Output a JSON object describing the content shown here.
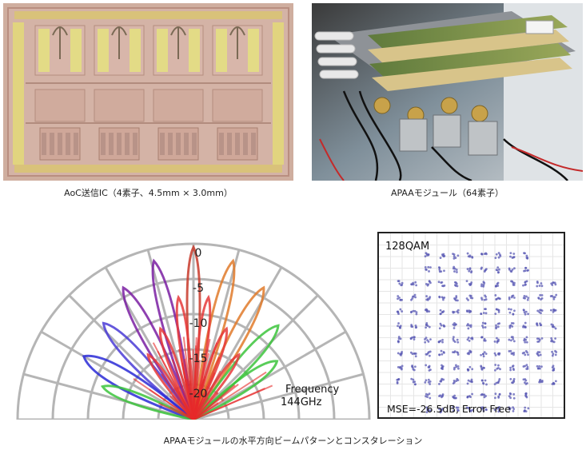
{
  "captions": {
    "chip": "AoC送信IC（4素子、4.5mm × 3.0mm）",
    "module": "APAAモジュール（64素子）",
    "bottom": "APAAモジュールの水平方向ビームパターンとコンスタレーション"
  },
  "module_label": "",
  "polar": {
    "ring_labels": [
      "0",
      "-5",
      "-10",
      "-15",
      "-20"
    ],
    "freq_label": "Frequency",
    "freq_value": "144GHz",
    "colors": [
      "#7a1fa2",
      "#4a3bd6",
      "#c83a2a",
      "#e07a2a",
      "#3cc43c",
      "#2a2ad6",
      "#e63a3a"
    ]
  },
  "constellation": {
    "modulation": "128QAM",
    "result": "MSE=-26.5dB, Error Free",
    "point_color": "#5a5ab4"
  }
}
